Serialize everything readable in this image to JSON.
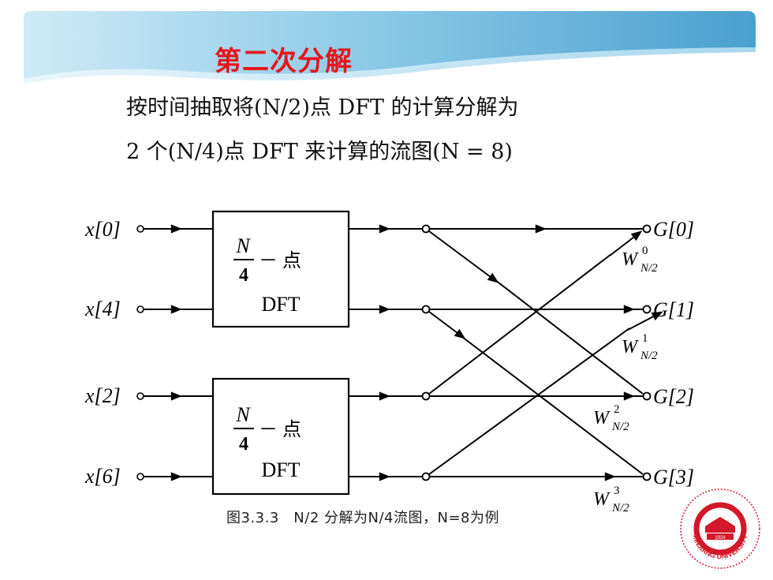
{
  "slide": {
    "title": "第二次分解",
    "desc_line1": "按时间抽取将(N/2)点 DFT 的计算分解为",
    "desc_line2": "2 个(N/4)点 DFT 来计算的流图(N = 8)",
    "caption": "图3.3.3　N/2 分解为N/4流图，N=8为例"
  },
  "diagram": {
    "inputs": [
      "x[0]",
      "x[4]",
      "x[2]",
      "x[6]"
    ],
    "outputs": [
      "G[0]",
      "G[1]",
      "G[2]",
      "G[3]"
    ],
    "block": {
      "fraction_num": "N",
      "fraction_den": "4",
      "suffix": "－ 点",
      "label": "DFT"
    },
    "twiddle_base": "W",
    "twiddle_sub": "N/2",
    "twiddle_exps": [
      "0",
      "1",
      "2",
      "3"
    ]
  },
  "logo": {
    "year": "1924",
    "text": "XINJIANG UNIVERSITY"
  },
  "colors": {
    "banner_light": "#a6d8ee",
    "banner_dark": "#3d95c6",
    "title": "#e8141a",
    "seal": "#d2182a"
  }
}
